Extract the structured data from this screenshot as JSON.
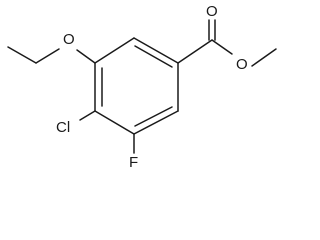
{
  "molecule": {
    "atoms": {
      "o_ethoxy": "O",
      "cl": "Cl",
      "f": "F",
      "o_carbonyl": "O",
      "o_ester": "O"
    },
    "bond_orders": {
      "ring_c1_c2": 2,
      "ring_c2_c3": 1,
      "ring_c3_c4": 2,
      "ring_c4_c5": 1,
      "ring_c5_c6": 2,
      "ring_c6_c1": 1,
      "c1_ccarbonyl": 1,
      "ccarbonyl_ocarbonyl": 2,
      "ccarbonyl_oester": 1,
      "oester_cmethyl": 1,
      "c3_oethoxy": 1,
      "oethoxy_cethyl1": 1,
      "cethyl1_cethyl2": 1,
      "c4_cl": 1,
      "c5_f": 1
    }
  }
}
